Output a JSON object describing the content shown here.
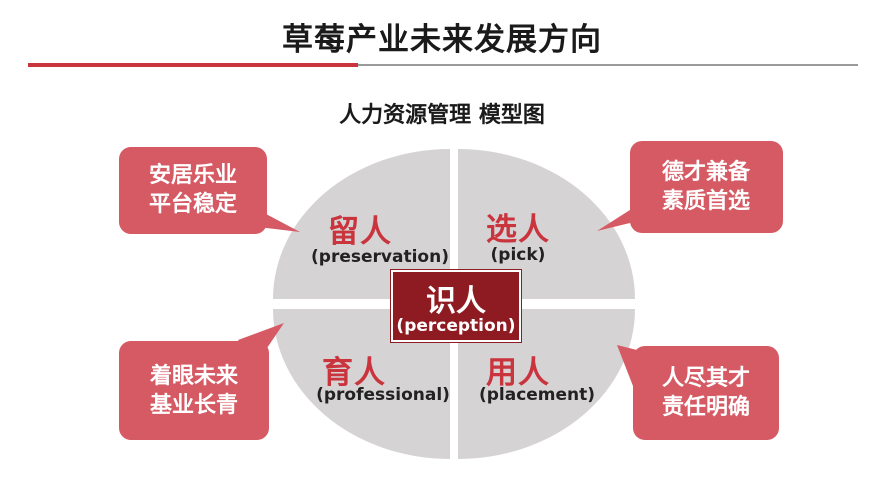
{
  "title": "草莓产业未来发展方向",
  "subtitle": "人力资源管理 模型图",
  "colors": {
    "accent": "#c9343d",
    "center": "#8e1b21",
    "quadrant": "#d6d3d4",
    "callout": "#d55a64"
  },
  "center": {
    "label": "识人",
    "sub": "(perception)"
  },
  "quadrants": [
    {
      "label": "留人",
      "sub": "(preservation)"
    },
    {
      "label": "选人",
      "sub": "(pick)"
    },
    {
      "label": "育人",
      "sub": "(professional)"
    },
    {
      "label": "用人",
      "sub": "(placement)"
    }
  ],
  "callouts": [
    {
      "line1": "安居乐业",
      "line2": "平台稳定"
    },
    {
      "line1": "德才兼备",
      "line2": "素质首选"
    },
    {
      "line1": "着眼未来",
      "line2": "基业长青"
    },
    {
      "line1": "人尽其才",
      "line2": "责任明确"
    }
  ]
}
